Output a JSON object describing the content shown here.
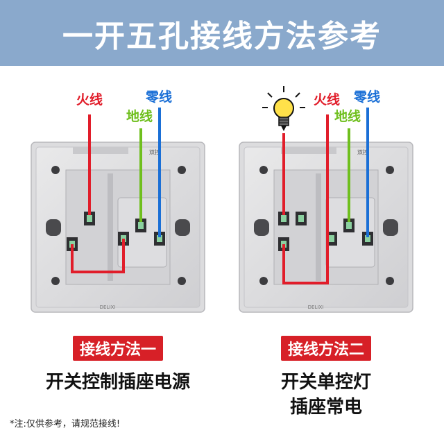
{
  "title": "一开五孔接线方法参考",
  "wires": {
    "live": {
      "label": "火线",
      "color": "#e11d2a"
    },
    "earth": {
      "label": "地线",
      "color": "#6fbf1e"
    },
    "neutral": {
      "label": "零线",
      "color": "#1a6fd6"
    }
  },
  "panel_text": {
    "brand": "DELIXI",
    "model": "双控"
  },
  "method1": {
    "badge": "接线方法一",
    "caption": "开关控制插座电源"
  },
  "method2": {
    "badge": "接线方法二",
    "caption_line1": "开关单控灯",
    "caption_line2": "插座常电"
  },
  "note": "*注:仅供参考，请规范接线!",
  "colors": {
    "header_bg": "#8aa9cc",
    "badge_bg": "#d72027"
  }
}
